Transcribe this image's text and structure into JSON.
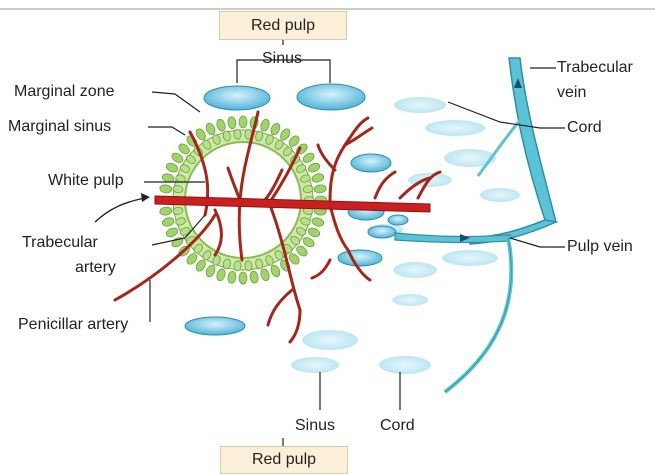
{
  "labels": {
    "red_pulp_top": "Red pulp",
    "red_pulp_bottom": "Red pulp",
    "sinus_top": "Sinus",
    "sinus_bottom": "Sinus",
    "marginal_zone": "Marginal zone",
    "marginal_sinus": "Marginal sinus",
    "white_pulp": "White pulp",
    "trabecular_artery_line1": "Trabecular",
    "trabecular_artery_line2": "artery",
    "penicillar_artery": "Penicillar artery",
    "trabecular_vein_line1": "Trabecular",
    "trabecular_vein_line2": "vein",
    "cord_right": "Cord",
    "cord_bottom": "Cord",
    "pulp_vein": "Pulp vein"
  },
  "colors": {
    "artery": "#cc1f1f",
    "artery_branch": "#a3271c",
    "vein": "#5cc3d6",
    "vein_outline": "#2f8fa6",
    "sinus": "#4fb3d9",
    "sinus_light": "#bde8f5",
    "marginal_zone": "#9ed46a",
    "label_box": "#fbefd9"
  }
}
